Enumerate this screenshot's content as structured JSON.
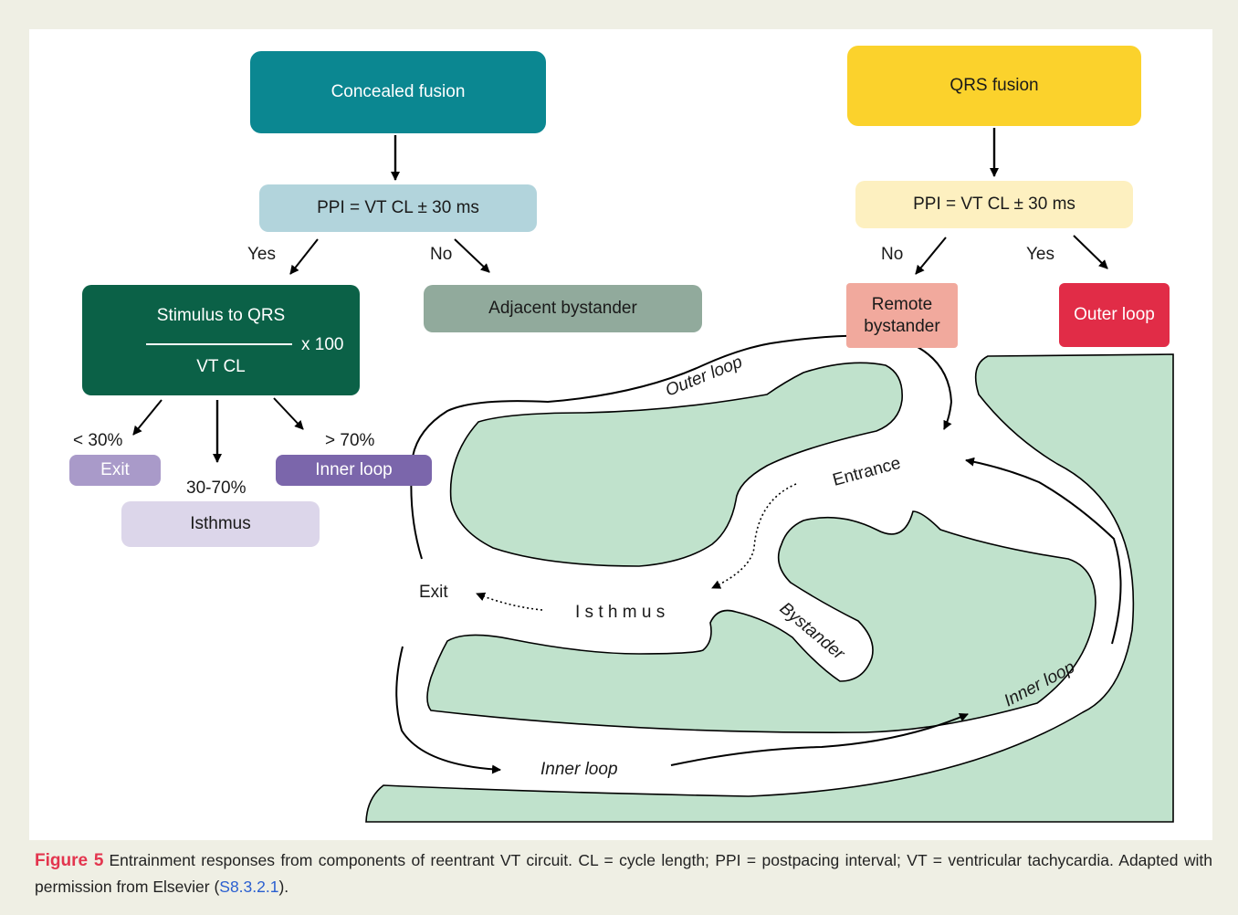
{
  "colors": {
    "page_bg": "#efefe4",
    "panel_bg": "#ffffff",
    "concealed_fusion": "#0b8791",
    "ppi_left": "#b2d4dc",
    "stimulus": "#0b6147",
    "adjacent_bystander": "#91aa9c",
    "exit": "#a99ac9",
    "inner_loop_box": "#7b66ab",
    "isthmus_box": "#dcd6ea",
    "qrs_fusion": "#fbd22c",
    "ppi_right": "#fdf0c0",
    "remote_bystander": "#f1a99d",
    "outer_loop_box": "#e12c47",
    "tissue": "#c0e2cc",
    "figure_label": "#e3354e",
    "link": "#2a5fd0"
  },
  "flowchart": {
    "concealed_fusion": "Concealed fusion",
    "ppi_left": "PPI = VT CL ± 30 ms",
    "yes_left": "Yes",
    "no_left": "No",
    "stimulus_numerator": "Stimulus to QRS",
    "stimulus_denominator": "VT CL",
    "stimulus_multiplier": "x 100",
    "adjacent_bystander": "Adjacent bystander",
    "lt30": "< 30%",
    "exit": "Exit",
    "mid": "30-70%",
    "isthmus": "Isthmus",
    "gt70": "> 70%",
    "inner_loop": "Inner loop",
    "qrs_fusion": "QRS fusion",
    "ppi_right": "PPI = VT CL ± 30 ms",
    "no_right": "No",
    "yes_right": "Yes",
    "remote_bystander": "Remote\nbystander",
    "outer_loop": "Outer loop"
  },
  "circuit": {
    "outer_loop": "Outer loop",
    "entrance": "Entrance",
    "exit": "Exit",
    "isthmus": "I s t h m u s",
    "bystander": "Bystander",
    "inner_loop_bottom": "Inner loop",
    "inner_loop_right": "Inner loop"
  },
  "caption": {
    "label": "Figure 5",
    "text": "Entrainment responses from components of reentrant VT circuit. CL = cycle length; PPI = postpacing interval; VT = ventricular tachycardia. Adapted with permission from Elsevier (",
    "ref": "S8.3.2.1",
    "end": ")."
  }
}
